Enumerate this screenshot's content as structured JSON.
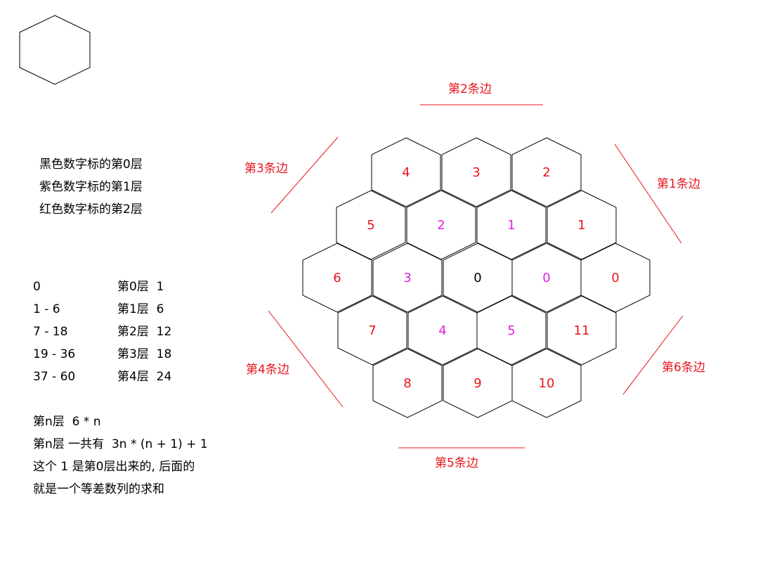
{
  "colors": {
    "layer0": "#000000",
    "layer1": "#e020e0",
    "layer2": "#e8141c",
    "edge_label": "#e8141c",
    "outline": "#000000"
  },
  "legend": [
    "黑色数字标的第0层",
    "紫色数字标的第1层",
    "红色数字标的第2层"
  ],
  "table": {
    "ranges": [
      "0",
      "1 - 6",
      "7 - 18",
      "19 - 36",
      "37 - 60"
    ],
    "layers": [
      "第0层  1",
      "第1层  6",
      "第2层  12",
      "第3层  18",
      "第4层  24"
    ]
  },
  "notes": [
    "第n层  6 * n",
    "第n层 一共有  3n * (n + 1) + 1",
    "这个 1 是第0层出来的, 后面的",
    "就是一个等差数列的求和"
  ],
  "edges": {
    "e1": "第1条边",
    "e2": "第2条边",
    "e3": "第3条边",
    "e4": "第4条边",
    "e5": "第5条边",
    "e6": "第6条边"
  },
  "cells": [
    {
      "label": "4",
      "layer": 2
    },
    {
      "label": "3",
      "layer": 2
    },
    {
      "label": "2",
      "layer": 2
    },
    {
      "label": "5",
      "layer": 2
    },
    {
      "label": "2",
      "layer": 1
    },
    {
      "label": "1",
      "layer": 1
    },
    {
      "label": "1",
      "layer": 2
    },
    {
      "label": "6",
      "layer": 2
    },
    {
      "label": "3",
      "layer": 1
    },
    {
      "label": "0",
      "layer": 0
    },
    {
      "label": "0",
      "layer": 1
    },
    {
      "label": "0",
      "layer": 2
    },
    {
      "label": "7",
      "layer": 2
    },
    {
      "label": "4",
      "layer": 1
    },
    {
      "label": "5",
      "layer": 1
    },
    {
      "label": "11",
      "layer": 2
    },
    {
      "label": "8",
      "layer": 2
    },
    {
      "label": "9",
      "layer": 2
    },
    {
      "label": "10",
      "layer": 2
    }
  ]
}
